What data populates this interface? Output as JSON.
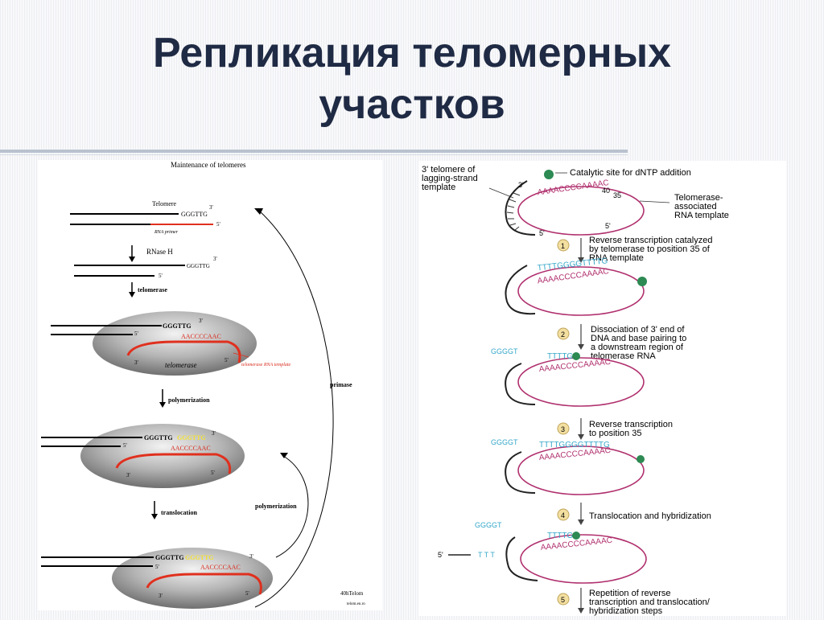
{
  "title": {
    "line1": "Репликация теломерных",
    "line2": "участков"
  },
  "left": {
    "heading": "Maintenance of telomeres",
    "telomere_label": "Telomere",
    "rna_primer": "RNA primer",
    "rnase": "RNase H",
    "telomerase_step": "telomerase",
    "polymerization1": "polymerization",
    "translocation": "translocation",
    "polymerization2": "polymerization",
    "primase": "primase",
    "telomerase_name": "telomerase",
    "template_label": "telomerase RNA template",
    "seq_gggttg": "GGGTTG",
    "seq_template": "AACCCCAAC",
    "seq_new": "GGGTTG",
    "three_prime": "3'",
    "five_prime": "5'",
    "footer1": "40hTelom",
    "footer2": "telom.en.ro"
  },
  "right": {
    "top_left": [
      "3' telomere of",
      "lagging-strand",
      "template"
    ],
    "catalytic": "Catalytic site for dNTP addition",
    "assoc": [
      "Telomerase-",
      "associated",
      "RNA template"
    ],
    "rna_seq": "AAAACCCCAAAAC",
    "num40": "40",
    "num35": "35",
    "three": "3'",
    "five": "5'",
    "steps": [
      {
        "n": "1",
        "lines": [
          "Reverse transcription catalyzed",
          "by telomerase to position 35 of",
          "RNA template"
        ]
      },
      {
        "n": "2",
        "lines": [
          "Dissociation of 3' end of",
          "DNA and base pairing to",
          "a downstream region of",
          "telomerase RNA"
        ]
      },
      {
        "n": "3",
        "lines": [
          "Reverse transcription",
          "to position 35"
        ]
      },
      {
        "n": "4",
        "lines": [
          "Translocation and hybridization"
        ]
      },
      {
        "n": "5",
        "lines": [
          "Repetition of reverse",
          "transcription and translocation/",
          "hybridization steps"
        ]
      }
    ],
    "ext1": "TTTTGGGGTTTTG",
    "ext2": "TTTTG",
    "ext3": "TTTTGGGGTTTTG",
    "ext4": "TTTTG",
    "loop2": "GGGGT",
    "loop3": "GGGGT",
    "loop4": "GGGGT",
    "t_seq": "T T T"
  }
}
